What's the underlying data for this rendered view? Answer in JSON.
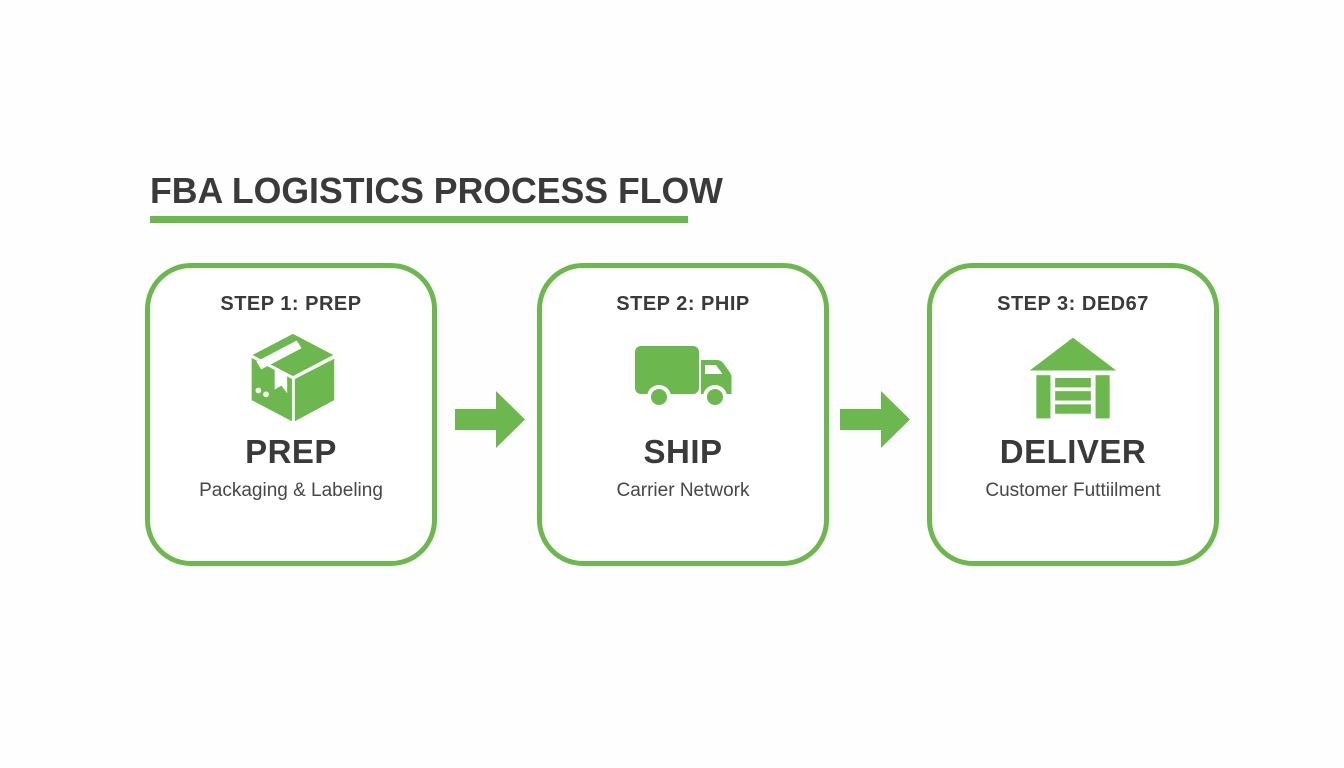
{
  "colors": {
    "accent_green": "#6cb84e",
    "text_dark": "#3a3a3a",
    "text_medium": "#474747",
    "background": "#ffffff"
  },
  "header": {
    "title": "FBA LOGISTICS PROCESS FLOW"
  },
  "steps": [
    {
      "step_label": "STEP 1: PREP",
      "icon": "package-box-icon",
      "title": "PREP",
      "subtitle": "Packaging & Labeling"
    },
    {
      "step_label": "STEP 2: PHIP",
      "icon": "delivery-truck-icon",
      "title": "SHIP",
      "subtitle": "Carrier Network"
    },
    {
      "step_label": "STEP 3: DED67",
      "icon": "warehouse-icon",
      "title": "DELIVER",
      "subtitle": "Customer Futtiilment"
    }
  ],
  "connectors": [
    {
      "icon": "arrow-right-icon"
    },
    {
      "icon": "arrow-right-icon"
    }
  ]
}
